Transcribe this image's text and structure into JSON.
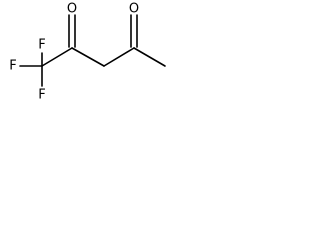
{
  "molecule": {
    "name_visible": "",
    "atoms": {
      "f_top": "F",
      "f_left": "F",
      "f_bottom": "F",
      "o_left": "O",
      "o_right": "O"
    },
    "bond_color": "#000000",
    "label_color": "#000000"
  }
}
